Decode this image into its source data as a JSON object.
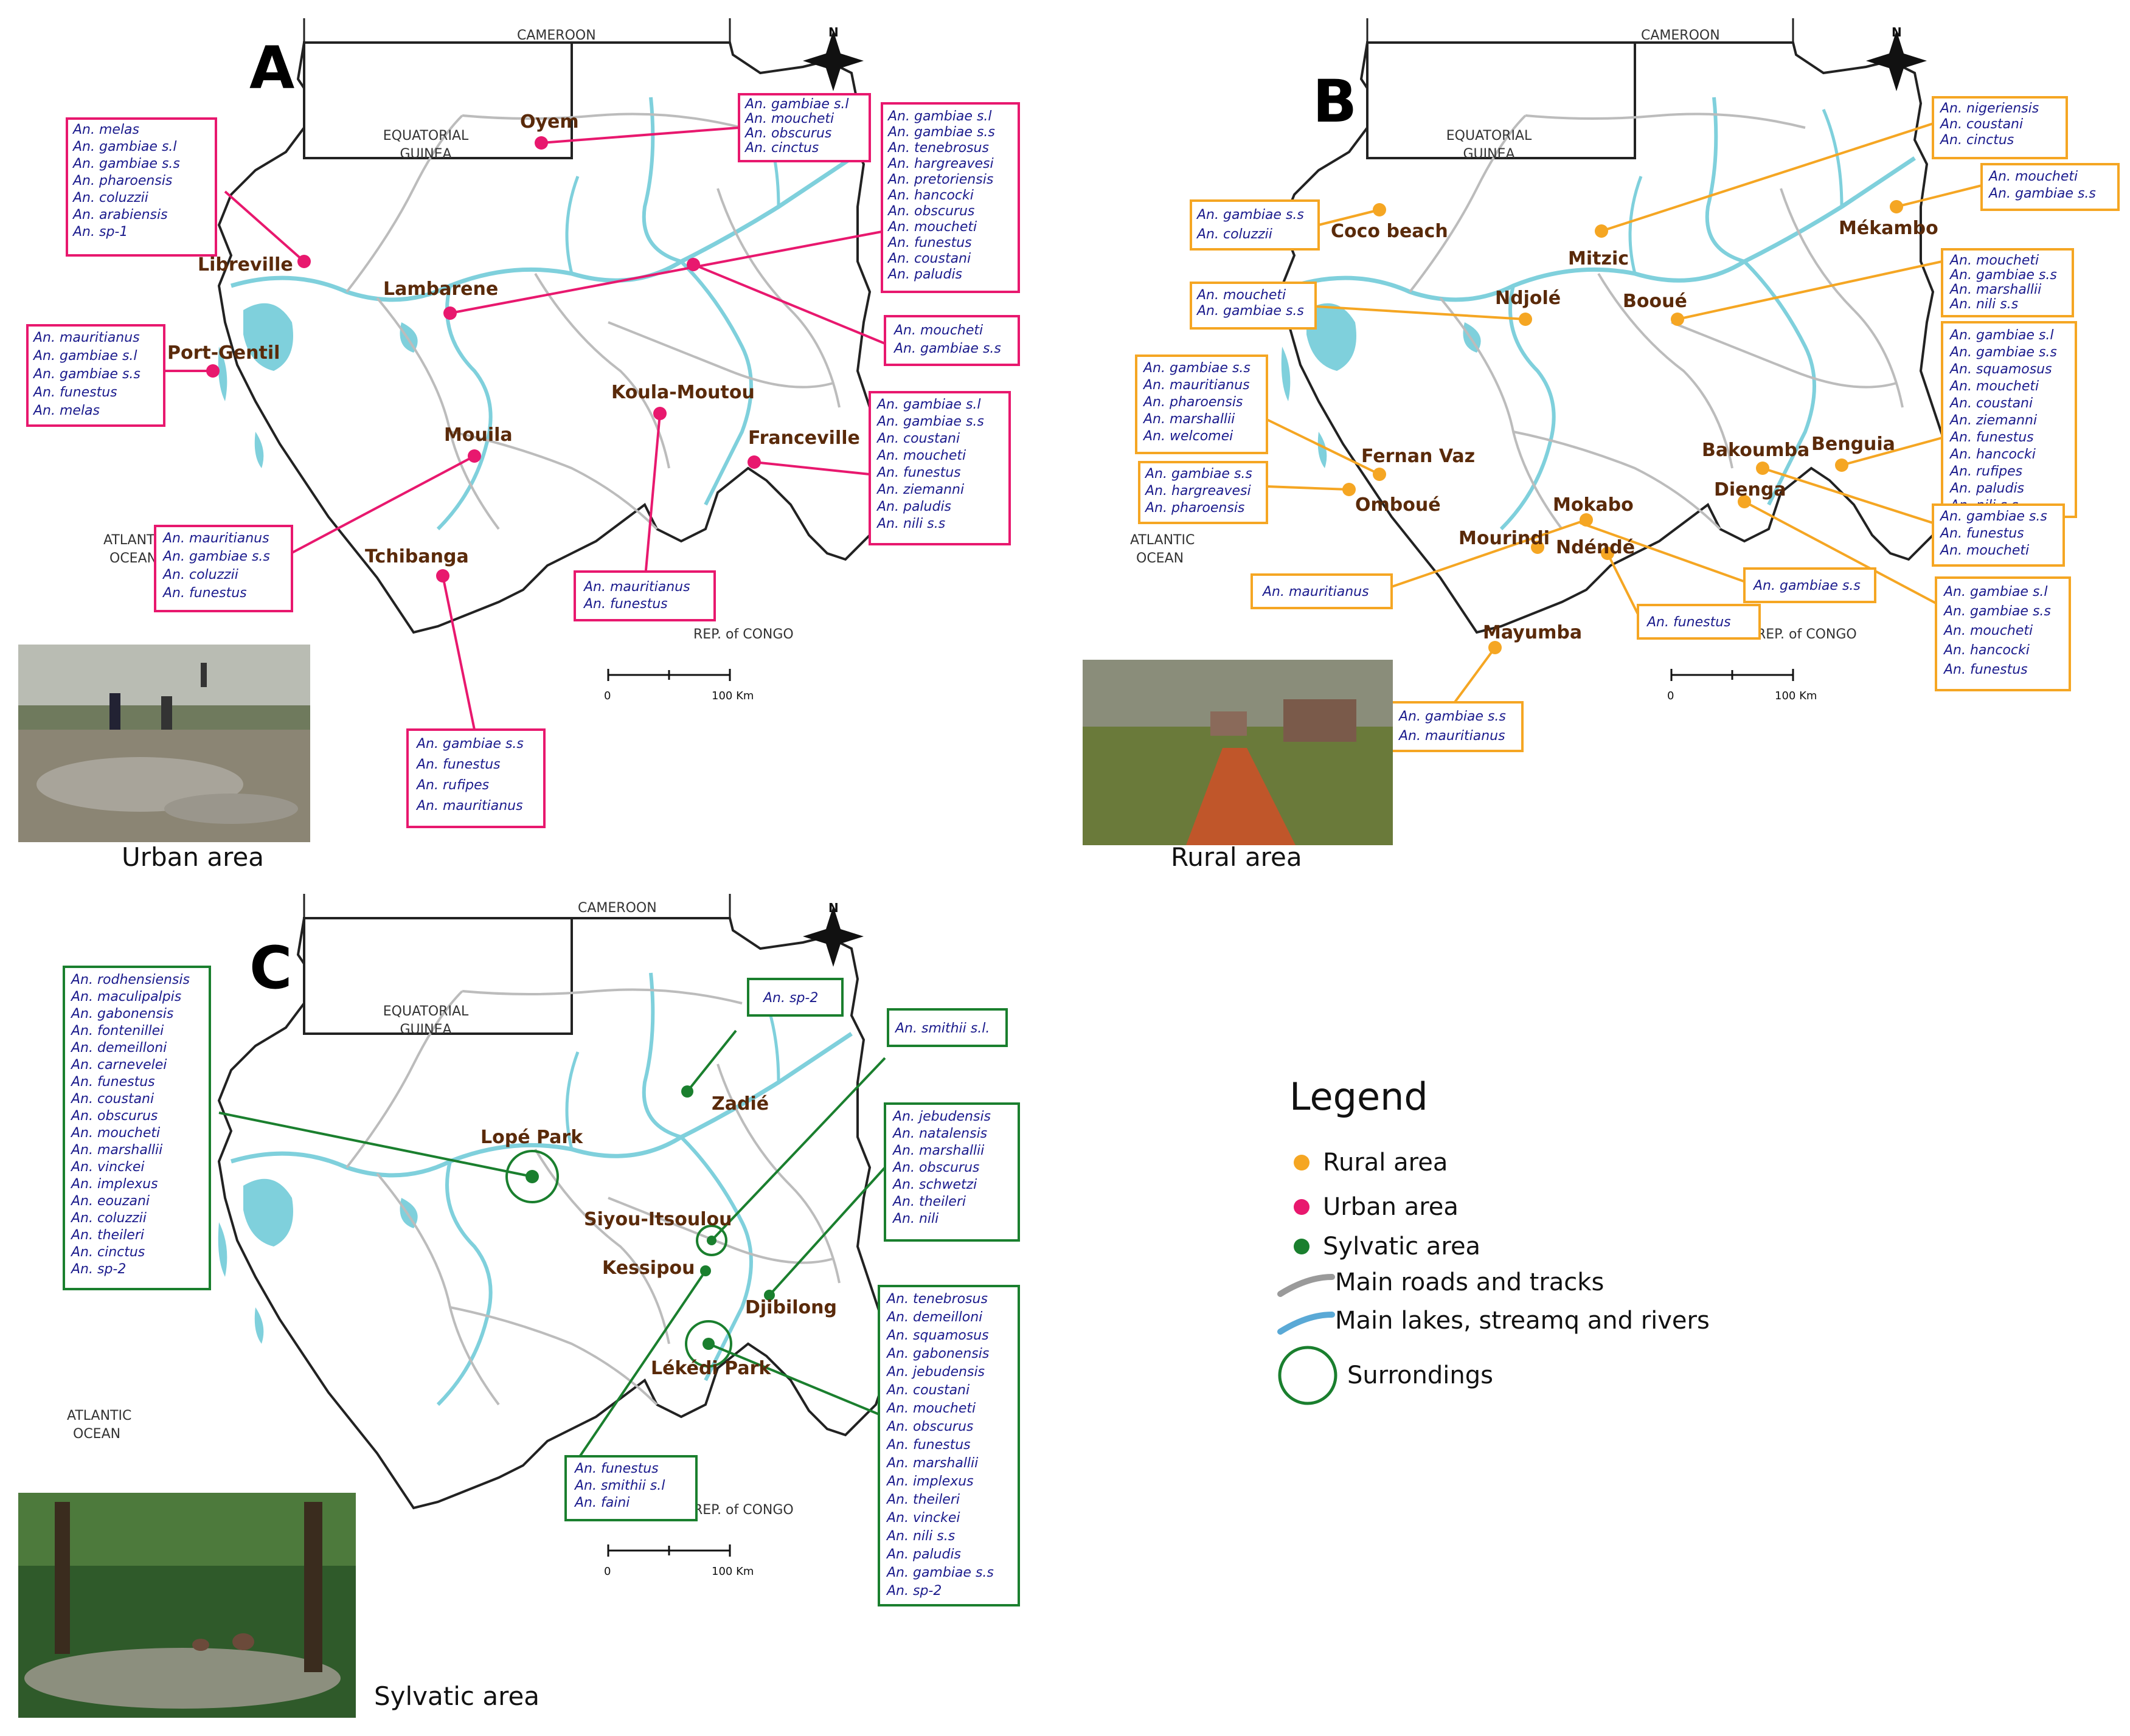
{
  "colors": {
    "urban": "#e8186e",
    "rural": "#f5a623",
    "sylvatic": "#1a7f2e",
    "river": "#7fd0dc",
    "road": "#bcbcbc",
    "border": "#222222",
    "site_text": "#5a2a0a",
    "species_text": "#1a1a8c"
  },
  "map_labels": {
    "cameroon": "CAMEROON",
    "eq_guinea_1": "EQUATORIAL",
    "eq_guinea_2": "GUINEA",
    "atlantic_1": "ATLANTIC",
    "atlantic_2": "OCEAN",
    "congo": "REP. of CONGO",
    "north": "N",
    "scale_0": "0",
    "scale_100": "100 Km"
  },
  "panels": [
    {
      "letter": "A",
      "type": "urban",
      "photo_caption": "Urban area",
      "sites": [
        {
          "name": "Oyem"
        },
        {
          "name": "Libreville"
        },
        {
          "name": "Lambarene"
        },
        {
          "name": "Port-Gentil"
        },
        {
          "name": "Koula-Moutou"
        },
        {
          "name": "Franceville"
        },
        {
          "name": "Mouila"
        },
        {
          "name": "Tchibanga"
        }
      ],
      "boxes": [
        {
          "lines": [
            "An. melas",
            "An. gambiae s.l",
            "An. gambiae s.s",
            "An. pharoensis",
            "An. coluzzii",
            "An. arabiensis",
            "An. sp-1"
          ]
        },
        {
          "lines": [
            "An. gambiae s.l",
            "An. moucheti",
            "An. obscurus",
            "An. cinctus"
          ]
        },
        {
          "lines": [
            "An. gambiae s.l",
            "An. gambiae s.s",
            "An. tenebrosus",
            "An. hargreavesi",
            "An. pretoriensis",
            "An. hancocki",
            "An. obscurus",
            "An. moucheti",
            "An. funestus",
            "An. coustani",
            "An. paludis"
          ]
        },
        {
          "lines": [
            "An. mauritianus",
            "An. gambiae s.l",
            "An. gambiae s.s",
            "An. funestus",
            "An. melas"
          ]
        },
        {
          "lines": [
            "An. moucheti",
            "An. gambiae s.s"
          ]
        },
        {
          "lines": [
            "An. gambiae s.l",
            "An. gambiae s.s",
            "An. coustani",
            "An. moucheti",
            "An. funestus",
            "An. ziemanni",
            "An. paludis",
            "An. nili s.s"
          ]
        },
        {
          "lines": [
            "An. mauritianus",
            "An. gambiae s.s",
            "An. coluzzii",
            "An. funestus"
          ]
        },
        {
          "lines": [
            "An. mauritianus",
            "An. funestus"
          ]
        },
        {
          "lines": [
            "An. gambiae s.s",
            "An. funestus",
            "An. rufipes",
            "An. mauritianus"
          ]
        }
      ]
    },
    {
      "letter": "B",
      "type": "rural",
      "photo_caption": "Rural area",
      "sites": [
        {
          "name": "Coco beach"
        },
        {
          "name": "Mitzic"
        },
        {
          "name": "Mékambo"
        },
        {
          "name": "Ndjolé"
        },
        {
          "name": "Booué"
        },
        {
          "name": "Fernan Vaz"
        },
        {
          "name": "Omboué"
        },
        {
          "name": "Bakoumba"
        },
        {
          "name": "Benguia"
        },
        {
          "name": "Dienga"
        },
        {
          "name": "Mokabo"
        },
        {
          "name": "Mourindi"
        },
        {
          "name": "Ndéndé"
        },
        {
          "name": "Mayumba"
        }
      ],
      "boxes": [
        {
          "lines": [
            "An. nigeriensis",
            "An. coustani",
            "An. cinctus"
          ]
        },
        {
          "lines": [
            "An. moucheti",
            "An. gambiae s.s"
          ]
        },
        {
          "lines": [
            "An. gambiae s.s",
            "An. coluzzii"
          ]
        },
        {
          "lines": [
            "An. moucheti",
            "An. gambiae s.s",
            "An. marshallii",
            "An. nili s.s"
          ]
        },
        {
          "lines": [
            "An. moucheti",
            "An. gambiae s.s"
          ]
        },
        {
          "lines": [
            "An. gambiae s.l",
            "An. gambiae s.s",
            "An. squamosus",
            "An. moucheti",
            "An. coustani",
            "An. ziemanni",
            "An. funestus",
            "An. hancocki",
            "An. rufipes",
            "An. paludis",
            "An. nili s.s"
          ]
        },
        {
          "lines": [
            "An. gambiae s.s",
            "An. mauritianus",
            "An. pharoensis",
            "An. marshallii",
            "An. welcomei"
          ]
        },
        {
          "lines": [
            "An. gambiae s.s",
            "An. hargreavesi",
            "An. pharoensis"
          ]
        },
        {
          "lines": [
            "An. gambiae s.s",
            "An. funestus",
            "An. moucheti"
          ]
        },
        {
          "lines": [
            "An. mauritianus"
          ]
        },
        {
          "lines": [
            "An. gambiae s.s"
          ]
        },
        {
          "lines": [
            "An. funestus"
          ]
        },
        {
          "lines": [
            "An. gambiae s.l",
            "An. gambiae s.s",
            "An. moucheti",
            "An. hancocki",
            "An. funestus"
          ]
        },
        {
          "lines": [
            "An. gambiae s.s",
            "An. mauritianus"
          ]
        }
      ]
    },
    {
      "letter": "C",
      "type": "sylvatic",
      "photo_caption": "Sylvatic area",
      "sites": [
        {
          "name": "Lopé Park"
        },
        {
          "name": "Zadié"
        },
        {
          "name": "Siyou-Itsoulou"
        },
        {
          "name": "Kessipou"
        },
        {
          "name": "Djibilong"
        },
        {
          "name": "Lékédi Park"
        }
      ],
      "boxes": [
        {
          "lines": [
            "An. rodhensiensis",
            "An. maculipalpis",
            "An. gabonensis",
            "An. fontenillei",
            "An. demeilloni",
            "An. carnevelei",
            "An. funestus",
            "An. coustani",
            "An. obscurus",
            "An. moucheti",
            "An. marshallii",
            "An. vinckei",
            "An. implexus",
            "An. eouzani",
            "An. coluzzii",
            "An. theileri",
            "An. cinctus",
            "An. sp-2"
          ]
        },
        {
          "lines": [
            "An. sp-2"
          ]
        },
        {
          "lines": [
            "An. smithii s.l."
          ]
        },
        {
          "lines": [
            "An. jebudensis",
            "An. natalensis",
            "An. marshallii",
            "An. obscurus",
            "An. schwetzi",
            "An. theileri",
            "An. nili"
          ]
        },
        {
          "lines": [
            "An. tenebrosus",
            "An. demeilloni",
            "An. squamosus",
            "An. gabonensis",
            "An. jebudensis",
            "An. coustani",
            "An. moucheti",
            "An. obscurus",
            "An. funestus",
            "An. marshallii",
            "An. implexus",
            "An. theileri",
            "An. vinckei",
            "An. nili s.s",
            "An. paludis",
            "An. gambiae s.s",
            "An. sp-2"
          ]
        },
        {
          "lines": [
            "An. funestus",
            "An. smithii s.l",
            "An. faini"
          ]
        }
      ]
    }
  ],
  "legend": {
    "title": "Legend",
    "rural": "Rural area",
    "urban": "Urban area",
    "sylvatic": "Sylvatic area",
    "roads": "Main roads and tracks",
    "rivers": "Main lakes, streamq and rivers",
    "surroundings": "Surrondings"
  }
}
